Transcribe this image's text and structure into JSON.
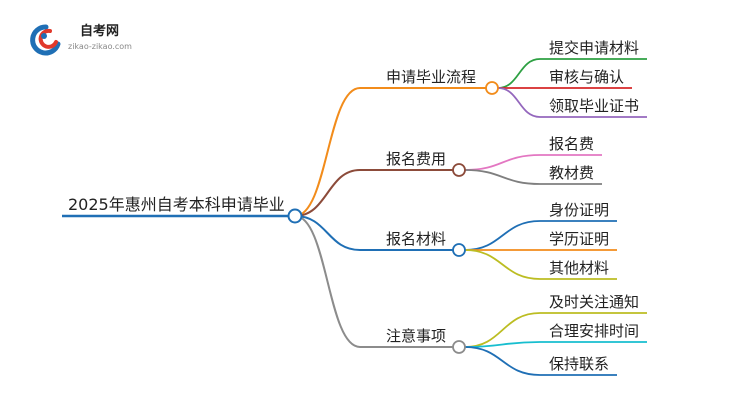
{
  "logo": {
    "name": "自考网",
    "url": "zikao-zikao.com"
  },
  "root": {
    "label": "2025年惠州自考本科申请毕业",
    "color": "#1f6fb5"
  },
  "branches": [
    {
      "label": "申请毕业流程",
      "color": "#f28c1b",
      "children": [
        {
          "label": "提交申请材料",
          "color": "#2ea043"
        },
        {
          "label": "审核与确认",
          "color": "#d62728"
        },
        {
          "label": "领取毕业证书",
          "color": "#9467bd"
        }
      ]
    },
    {
      "label": "报名费用",
      "color": "#8c4b3a",
      "children": [
        {
          "label": "报名费",
          "color": "#e377c2"
        },
        {
          "label": "教材费",
          "color": "#7f7f7f"
        }
      ]
    },
    {
      "label": "报名材料",
      "color": "#1f6fb5",
      "children": [
        {
          "label": "身份证明",
          "color": "#1f6fb5"
        },
        {
          "label": "学历证明",
          "color": "#f28c1b"
        },
        {
          "label": "其他材料",
          "color": "#bcbd22"
        }
      ]
    },
    {
      "label": "注意事项",
      "color": "#8c8c8c",
      "children": [
        {
          "label": "及时关注通知",
          "color": "#bcbd22"
        },
        {
          "label": "合理安排时间",
          "color": "#17becf"
        },
        {
          "label": "保持联系",
          "color": "#1f6fb5"
        }
      ]
    }
  ]
}
